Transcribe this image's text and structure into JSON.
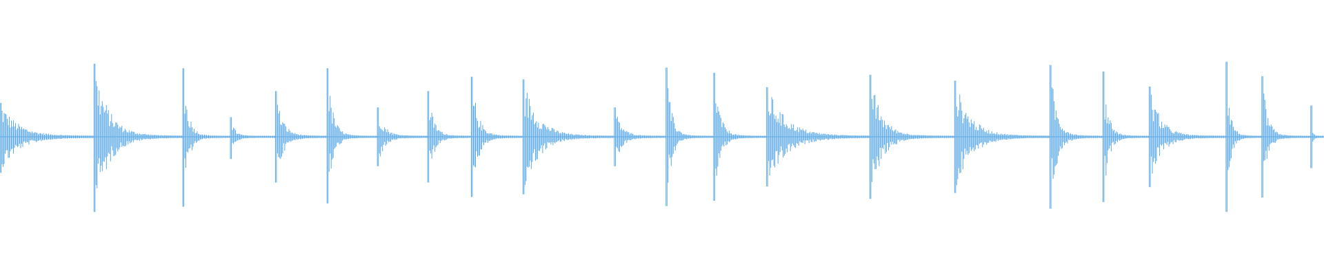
{
  "waveform": {
    "color": "#5aa9e6",
    "background": "#ffffff",
    "baseline_amplitude": 0.015,
    "transients": [
      {
        "time": 0.0,
        "amp_up": 0.52,
        "amp_down": 0.55,
        "decay": 0.4
      },
      {
        "time": 0.071,
        "amp_up": 1.12,
        "amp_down": 1.15,
        "decay": 0.35
      },
      {
        "time": 0.138,
        "amp_up": 1.05,
        "amp_down": 1.07,
        "decay": 0.25
      },
      {
        "time": 0.174,
        "amp_up": 0.3,
        "amp_down": 0.34,
        "decay": 0.2
      },
      {
        "time": 0.208,
        "amp_up": 0.7,
        "amp_down": 0.7,
        "decay": 0.3
      },
      {
        "time": 0.247,
        "amp_up": 1.05,
        "amp_down": 1.02,
        "decay": 0.25
      },
      {
        "time": 0.285,
        "amp_up": 0.45,
        "amp_down": 0.45,
        "decay": 0.3
      },
      {
        "time": 0.323,
        "amp_up": 0.7,
        "amp_down": 0.7,
        "decay": 0.3
      },
      {
        "time": 0.356,
        "amp_up": 0.92,
        "amp_down": 0.92,
        "decay": 0.28
      },
      {
        "time": 0.395,
        "amp_up": 0.88,
        "amp_down": 0.88,
        "decay": 0.35
      },
      {
        "time": 0.464,
        "amp_up": 0.45,
        "amp_down": 0.45,
        "decay": 0.3
      },
      {
        "time": 0.503,
        "amp_up": 1.06,
        "amp_down": 1.06,
        "decay": 0.25
      },
      {
        "time": 0.539,
        "amp_up": 0.98,
        "amp_down": 0.98,
        "decay": 0.25
      },
      {
        "time": 0.579,
        "amp_up": 0.76,
        "amp_down": 0.76,
        "decay": 0.4
      },
      {
        "time": 0.657,
        "amp_up": 0.95,
        "amp_down": 0.95,
        "decay": 0.3
      },
      {
        "time": 0.721,
        "amp_up": 0.86,
        "amp_down": 0.86,
        "decay": 0.35
      },
      {
        "time": 0.793,
        "amp_up": 1.1,
        "amp_down": 1.1,
        "decay": 0.28
      },
      {
        "time": 0.833,
        "amp_up": 1.0,
        "amp_down": 1.0,
        "decay": 0.25
      },
      {
        "time": 0.868,
        "amp_up": 0.77,
        "amp_down": 0.77,
        "decay": 0.32
      },
      {
        "time": 0.926,
        "amp_up": 1.15,
        "amp_down": 1.15,
        "decay": 0.25
      },
      {
        "time": 0.953,
        "amp_up": 0.93,
        "amp_down": 0.93,
        "decay": 0.25
      },
      {
        "time": 0.99,
        "amp_up": 0.48,
        "amp_down": 0.48,
        "decay": 0.2
      }
    ]
  }
}
